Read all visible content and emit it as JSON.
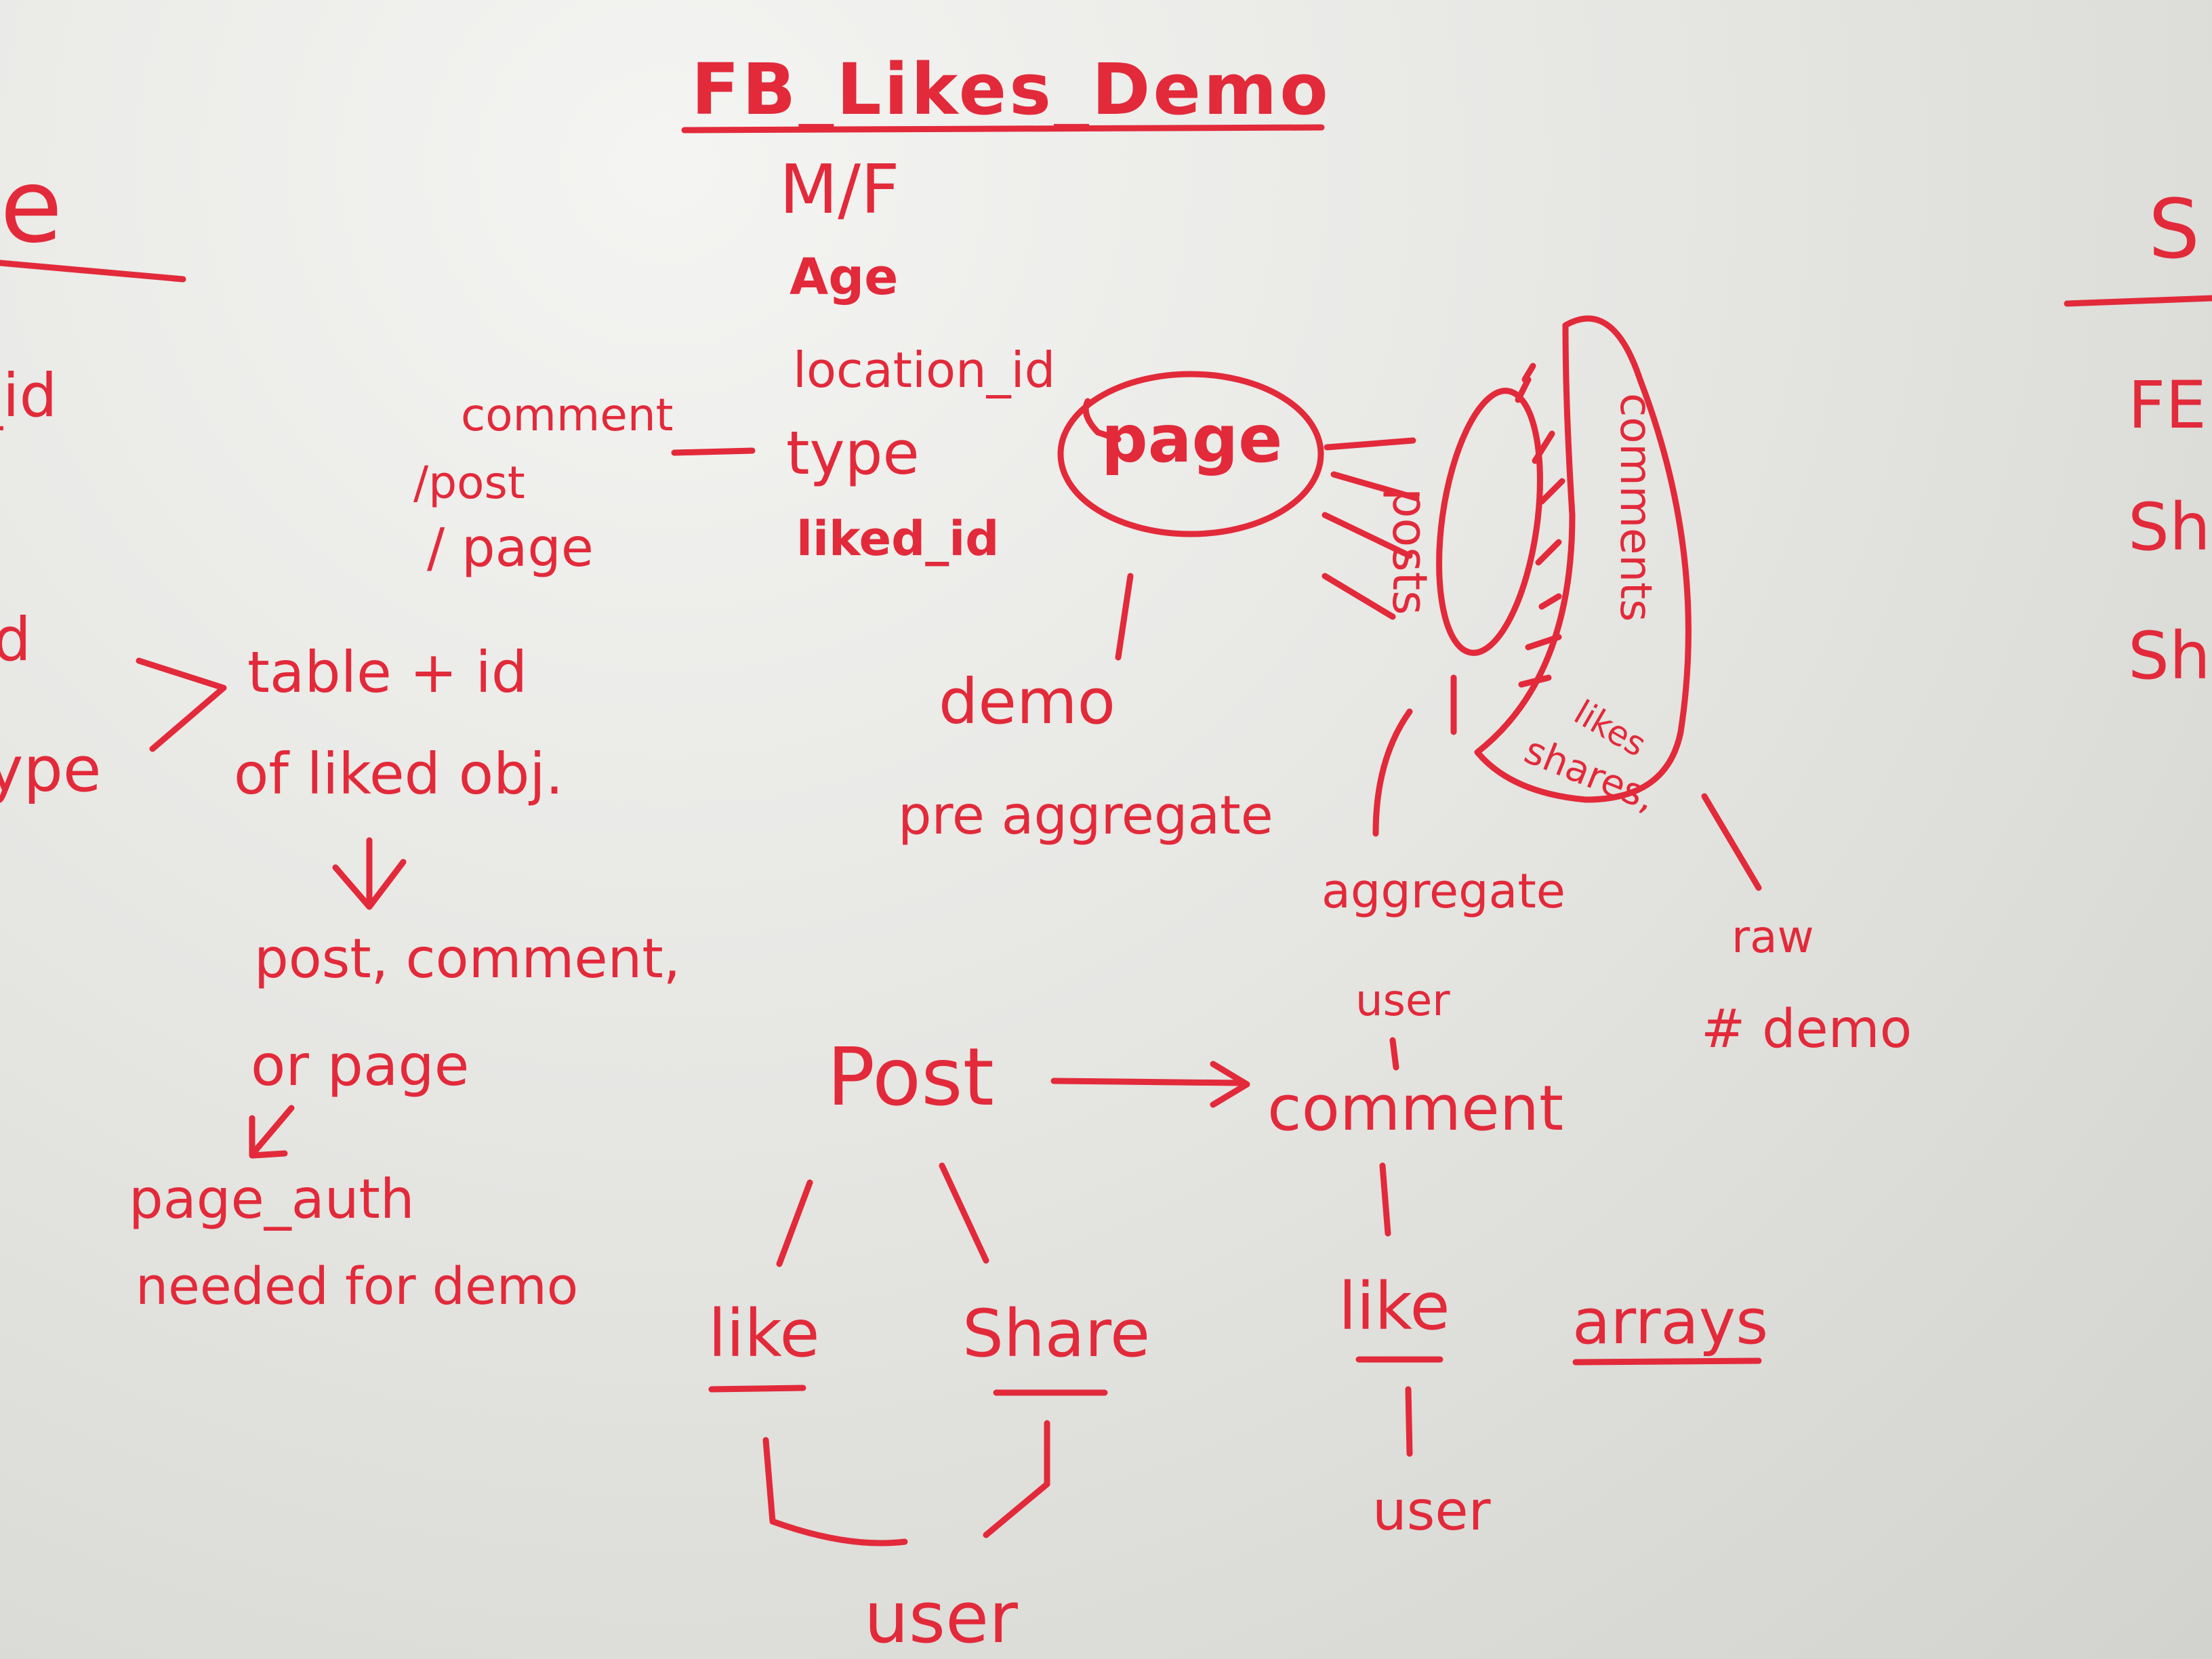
{
  "colors": {
    "ink": "#e22a3a",
    "board": "#e8e8e5"
  },
  "title": "FB_Likes_Demo",
  "fields": [
    "M/F",
    "Age",
    "location_id",
    "type",
    "liked_id"
  ],
  "type_options": [
    "comment",
    "/post",
    "/ page"
  ],
  "left_edge": [
    "e",
    "_id",
    "d",
    "ype"
  ],
  "right_edge": [
    "S",
    "FE",
    "Sh",
    "Sh"
  ],
  "liked_note": {
    "line1": "table + id",
    "line2": "of liked obj."
  },
  "liked_kinds": {
    "line1": "post, comment,",
    "line2": "or page"
  },
  "page_auth": {
    "line1": "page_auth",
    "line2": "needed for demo"
  },
  "page_node": "page",
  "page_note": {
    "line1": "demo",
    "line2": "pre aggregate"
  },
  "posts_vertical": "posts",
  "comments_vertical": "comments",
  "likes_shares": {
    "likes": "likes",
    "shares": "shares,"
  },
  "aggregate_note": {
    "line1": "aggregate",
    "line2": "user"
  },
  "raw_note": {
    "line1": "raw",
    "line2": "# demo"
  },
  "tree": {
    "post": "Post",
    "comment": "comment",
    "like_left": "like",
    "share": "Share",
    "user_bottom": "user",
    "like_right": "like",
    "user_right": "user"
  },
  "arrays": "arrays"
}
